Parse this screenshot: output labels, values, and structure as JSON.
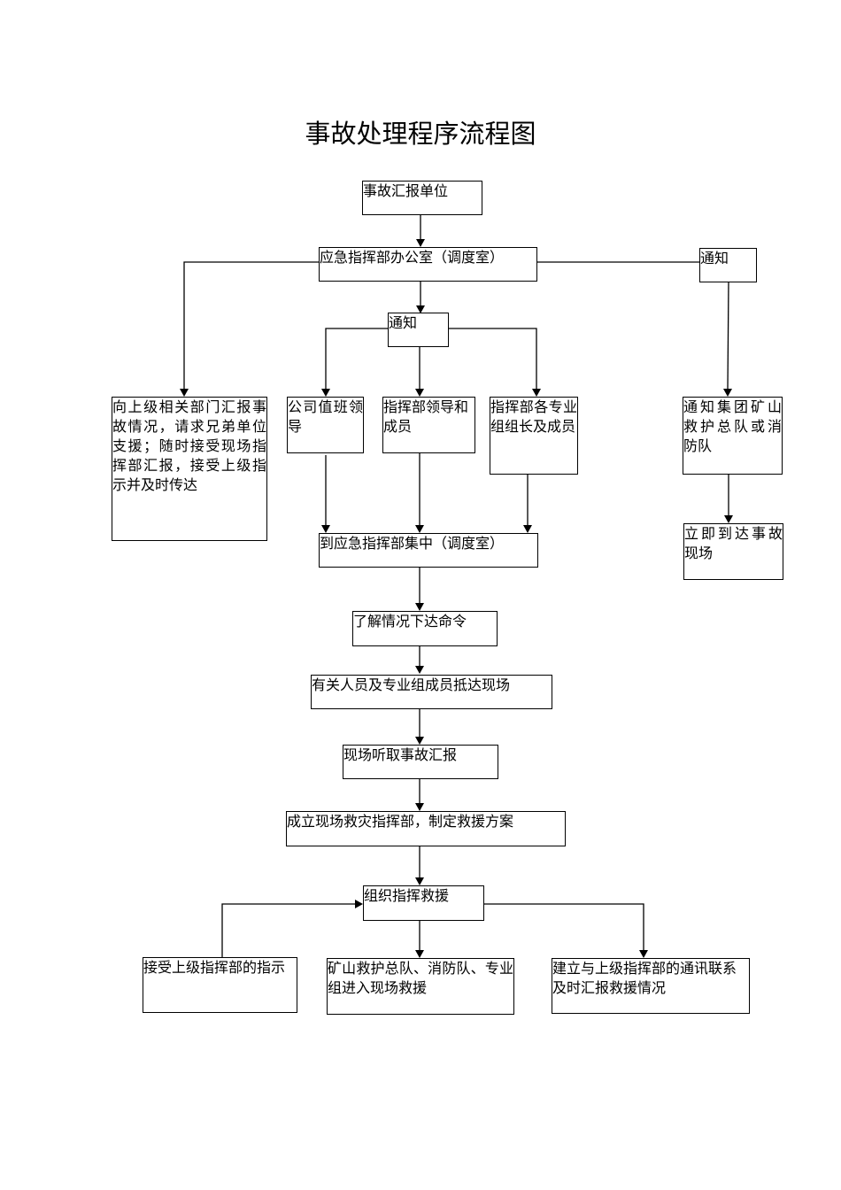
{
  "title": "事故处理程序流程图",
  "nodes": {
    "report_unit": "事故汇报单位",
    "emergency_office": "应急指挥部办公室（调度室）",
    "notify_center": "通知",
    "notify_right": "通知",
    "report_upper": "向上级相关部门汇报事故情况，请求兄弟单位支援；随时接受现场指挥部汇报，接受上级指示并及时传达",
    "duty_leader": "公司值班领导",
    "hq_leaders": "指挥部领导和成员",
    "team_leaders": "指挥部各专业组组长及成员",
    "notify_rescue": "通知集团矿山救护总队或消防队",
    "arrive_scene_rescue": "立即到达事故现场",
    "gather_hq": "到应急指挥部集中（调度室）",
    "issue_orders": "了解情况下达命令",
    "personnel_arrive": "有关人员及专业组成员抵达现场",
    "hear_report": "现场听取事故汇报",
    "setup_scene_hq": "成立现场救灾指挥部，制定救援方案",
    "organize_rescue": "组织指挥救援",
    "accept_instructions": "接受上级指挥部的指示",
    "teams_enter": "矿山救护总队、消防队、专业组进入现场救援",
    "establish_comm": "建立与上级指挥部的通讯联系及时汇报救援情况"
  },
  "edges": [
    {
      "from": "report_unit",
      "to": "emergency_office"
    },
    {
      "from": "emergency_office",
      "to": "report_upper"
    },
    {
      "from": "emergency_office",
      "to": "notify_right"
    },
    {
      "from": "emergency_office",
      "to": "notify_center"
    },
    {
      "from": "notify_center",
      "to": "duty_leader"
    },
    {
      "from": "notify_center",
      "to": "hq_leaders"
    },
    {
      "from": "notify_center",
      "to": "team_leaders"
    },
    {
      "from": "notify_right",
      "to": "notify_rescue"
    },
    {
      "from": "notify_rescue",
      "to": "arrive_scene_rescue"
    },
    {
      "from": "duty_leader",
      "to": "gather_hq"
    },
    {
      "from": "hq_leaders",
      "to": "gather_hq"
    },
    {
      "from": "team_leaders",
      "to": "gather_hq"
    },
    {
      "from": "gather_hq",
      "to": "issue_orders"
    },
    {
      "from": "issue_orders",
      "to": "personnel_arrive"
    },
    {
      "from": "personnel_arrive",
      "to": "hear_report"
    },
    {
      "from": "hear_report",
      "to": "setup_scene_hq"
    },
    {
      "from": "setup_scene_hq",
      "to": "organize_rescue"
    },
    {
      "from": "accept_instructions",
      "to": "organize_rescue"
    },
    {
      "from": "organize_rescue",
      "to": "teams_enter"
    },
    {
      "from": "organize_rescue",
      "to": "establish_comm"
    }
  ]
}
